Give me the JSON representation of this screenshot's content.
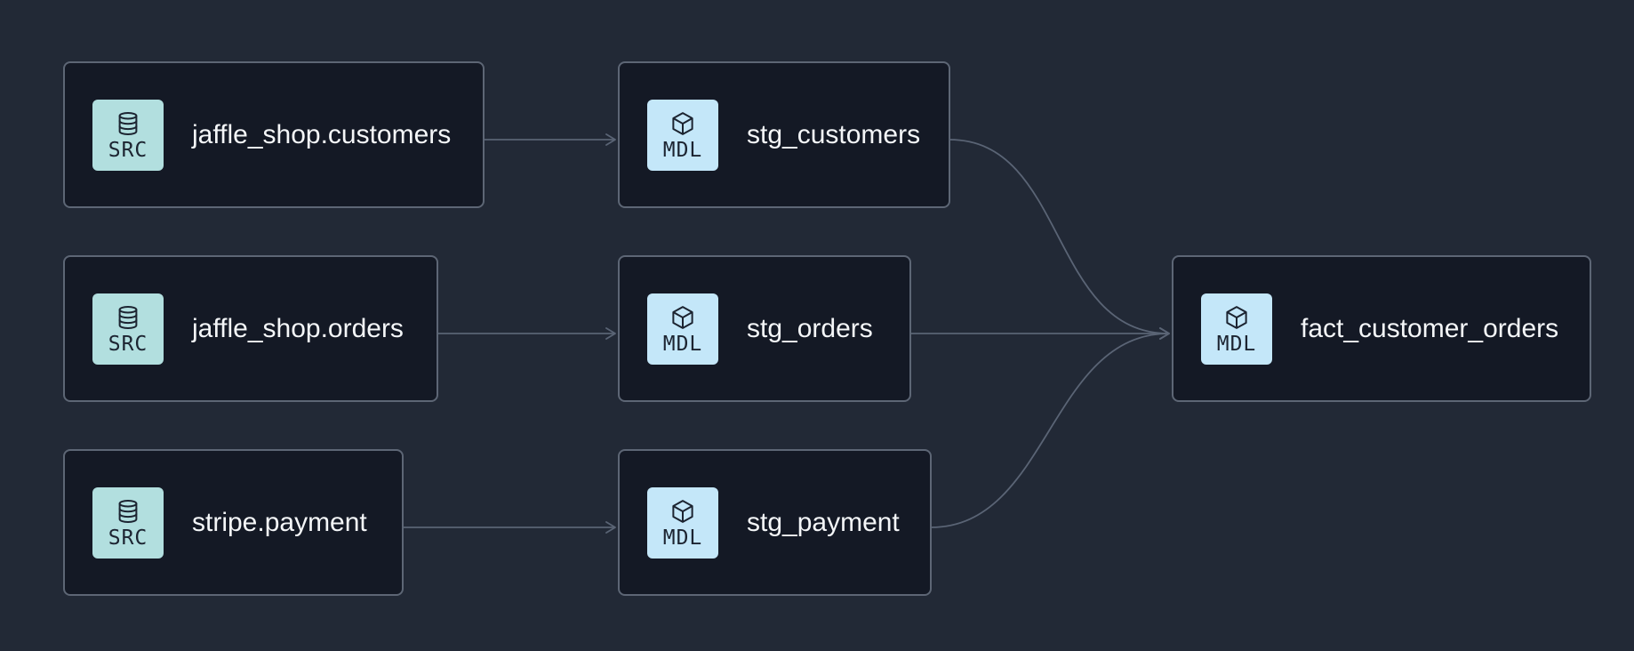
{
  "graph": {
    "nodes": [
      {
        "id": "jaffle_shop.customers",
        "label": "jaffle_shop.customers",
        "kind": "SRC",
        "icon": "database-icon"
      },
      {
        "id": "jaffle_shop.orders",
        "label": "jaffle_shop.orders",
        "kind": "SRC",
        "icon": "database-icon"
      },
      {
        "id": "stripe.payment",
        "label": "stripe.payment",
        "kind": "SRC",
        "icon": "database-icon"
      },
      {
        "id": "stg_customers",
        "label": "stg_customers",
        "kind": "MDL",
        "icon": "cube-icon"
      },
      {
        "id": "stg_orders",
        "label": "stg_orders",
        "kind": "MDL",
        "icon": "cube-icon"
      },
      {
        "id": "stg_payment",
        "label": "stg_payment",
        "kind": "MDL",
        "icon": "cube-icon"
      },
      {
        "id": "fact_customer_orders",
        "label": "fact_customer_orders",
        "kind": "MDL",
        "icon": "cube-icon"
      }
    ],
    "edges": [
      {
        "from": "jaffle_shop.customers",
        "to": "stg_customers"
      },
      {
        "from": "jaffle_shop.orders",
        "to": "stg_orders"
      },
      {
        "from": "stripe.payment",
        "to": "stg_payment"
      },
      {
        "from": "stg_customers",
        "to": "fact_customer_orders"
      },
      {
        "from": "stg_orders",
        "to": "fact_customer_orders"
      },
      {
        "from": "stg_payment",
        "to": "fact_customer_orders"
      }
    ]
  },
  "colors": {
    "background": "#222936",
    "node_fill": "#141925",
    "node_border": "#5d6675",
    "edge": "#5a6475",
    "src_badge": "#b2dfdf",
    "mdl_badge": "#c4e7f9",
    "label_text": "#f4f6f8"
  }
}
